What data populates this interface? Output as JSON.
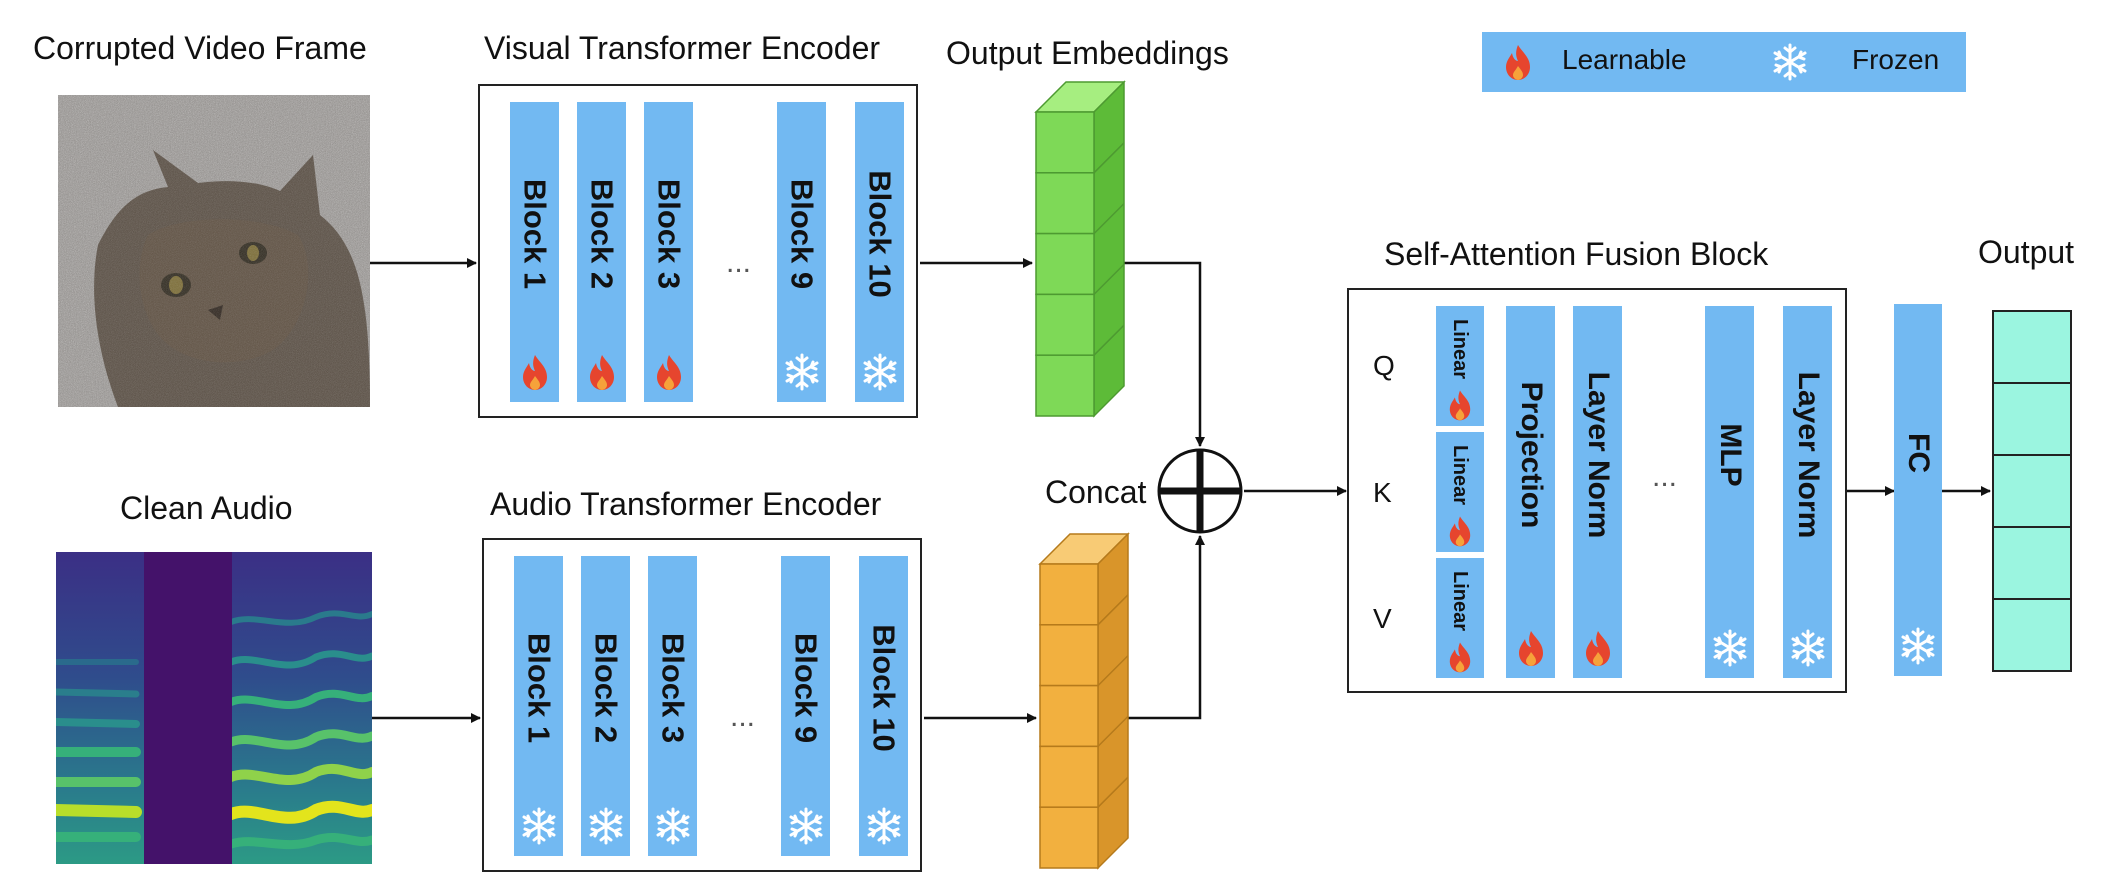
{
  "labels": {
    "video_frame": "Corrupted Video Frame",
    "clean_audio": "Clean Audio",
    "visual_encoder": "Visual Transformer Encoder",
    "audio_encoder": "Audio Transformer Encoder",
    "output_embeddings": "Output Embeddings",
    "concat": "Concat",
    "fusion_block": "Self-Attention Fusion Block",
    "output": "Output"
  },
  "legend": [
    {
      "label": "Learnable",
      "icon": "flame-icon"
    },
    {
      "label": "Frozen",
      "icon": "snowflake-icon"
    }
  ],
  "visual_blocks": [
    {
      "label": "Block 1",
      "state": "learnable"
    },
    {
      "label": "Block 2",
      "state": "learnable"
    },
    {
      "label": "Block 3",
      "state": "learnable"
    },
    {
      "label": "Block 9",
      "state": "frozen"
    },
    {
      "label": "Block 10",
      "state": "frozen"
    }
  ],
  "audio_blocks": [
    {
      "label": "Block 1",
      "state": "frozen"
    },
    {
      "label": "Block 2",
      "state": "frozen"
    },
    {
      "label": "Block 3",
      "state": "frozen"
    },
    {
      "label": "Block 9",
      "state": "frozen"
    },
    {
      "label": "Block 10",
      "state": "frozen"
    }
  ],
  "ellipsis": "...",
  "fusion": {
    "inputs": [
      {
        "label": "Q",
        "block": "Linear",
        "state": "learnable"
      },
      {
        "label": "K",
        "block": "Linear",
        "state": "learnable"
      },
      {
        "label": "V",
        "block": "Linear",
        "state": "learnable"
      }
    ],
    "layers": [
      {
        "label": "Projection",
        "state": "learnable"
      },
      {
        "label": "Layer Norm",
        "state": "learnable"
      },
      {
        "label": "MLP",
        "state": "frozen"
      },
      {
        "label": "Layer Norm",
        "state": "frozen"
      }
    ]
  },
  "fc": {
    "label": "FC",
    "state": "frozen"
  },
  "colors": {
    "block_blue": "#72B9F2",
    "visual_embedding_green": "#7ED957",
    "audio_embedding_orange": "#F2B03F",
    "output_teal": "#9BF5E0",
    "flame_red": "#E6452E",
    "snowflake_white": "#FFFFFF"
  }
}
